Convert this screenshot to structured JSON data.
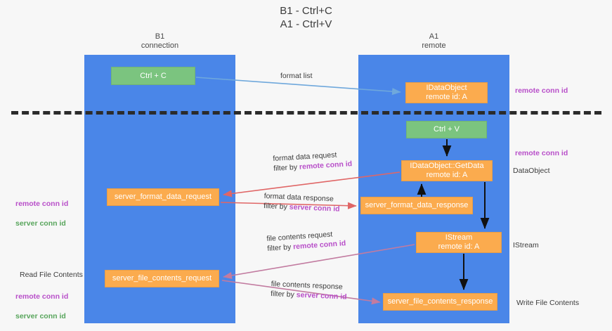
{
  "title": "B1 - Ctrl+C\nA1 - Ctrl+V",
  "columns": {
    "left": {
      "name": "B1",
      "role": "connection",
      "label": "B1\nconnection"
    },
    "right": {
      "name": "A1",
      "role": "remote",
      "label": "A1\nremote"
    }
  },
  "colors": {
    "lane": "#4a86e8",
    "green_node": "#7bc47f",
    "orange_node": "#fbab4e",
    "divider": "#2b2b2b",
    "remote_conn_id": "#b84fc9",
    "server_conn_id": "#58a55c",
    "edge_blue": "#6fa8dc",
    "edge_red": "#e06666",
    "edge_magenta": "#c27ba0",
    "edge_black": "#000000",
    "background": "#f7f7f7"
  },
  "nodes": {
    "ctrl_c": {
      "label": "Ctrl + C",
      "kind": "green",
      "lane": "left"
    },
    "idataobject": {
      "label": "IDataObject\nremote id: A",
      "kind": "orange",
      "lane": "right"
    },
    "ctrl_v": {
      "label": "Ctrl + V",
      "kind": "green",
      "lane": "right"
    },
    "getdata": {
      "label": "IDataObject::GetData\nremote id: A",
      "kind": "orange",
      "lane": "right"
    },
    "server_format_data_request": {
      "label": "server_format_data_request",
      "kind": "orange",
      "lane": "left"
    },
    "server_format_data_response": {
      "label": "server_format_data_response",
      "kind": "orange",
      "lane": "right"
    },
    "istream": {
      "label": "IStream\nremote id: A",
      "kind": "orange",
      "lane": "right"
    },
    "server_file_contents_request": {
      "label": "server_file_contents_request",
      "kind": "orange",
      "lane": "left"
    },
    "server_file_contents_response": {
      "label": "server_file_contents_response",
      "kind": "orange",
      "lane": "right"
    }
  },
  "edge_labels": {
    "format_list": {
      "line1": "format list"
    },
    "format_data_request": {
      "line1": "format data request",
      "line2_prefix": "filter by ",
      "line2_key": "remote conn id"
    },
    "format_data_response": {
      "line1": "format data response",
      "line2_prefix": "filter by ",
      "line2_key": "server conn id"
    },
    "file_contents_request": {
      "line1": "file contents request",
      "line2_prefix": "filter by ",
      "line2_key": "remote conn id"
    },
    "file_contents_response": {
      "line1": "file contents response",
      "line2_prefix": "filter by ",
      "line2_key": "server conn id"
    }
  },
  "annotations": {
    "right_remote_top": "remote conn id",
    "right_remote_mid": "remote conn id",
    "right_dataobject": "DataObject",
    "right_istream": "IStream",
    "right_writefile": "Write File Contents",
    "left_mid_remote": "remote conn id",
    "left_mid_server": "server conn id",
    "left_read_file": "Read File Contents",
    "left_bot_remote": "remote conn id",
    "left_bot_server": "server conn id"
  }
}
